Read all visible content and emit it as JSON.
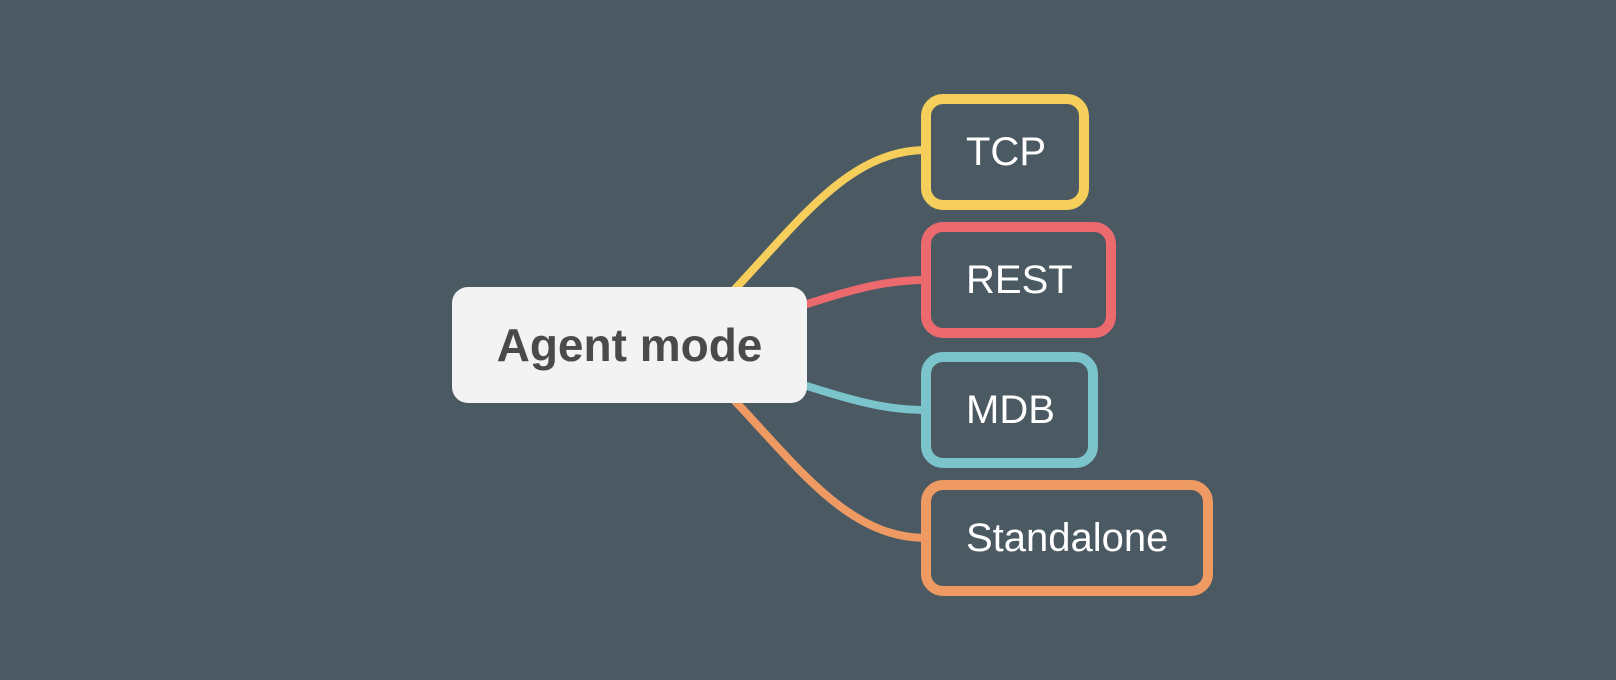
{
  "root": {
    "label": "Agent mode",
    "color": "#f3f3f3",
    "text_color": "#4a4a4a"
  },
  "background_color": "#4a5962",
  "children": [
    {
      "id": "tcp",
      "label": "TCP",
      "color": "#f6ce5b"
    },
    {
      "id": "rest",
      "label": "REST",
      "color": "#ec6a6e"
    },
    {
      "id": "mdb",
      "label": "MDB",
      "color": "#7bc4cb"
    },
    {
      "id": "standalone",
      "label": "Standalone",
      "color": "#f09a63"
    }
  ]
}
